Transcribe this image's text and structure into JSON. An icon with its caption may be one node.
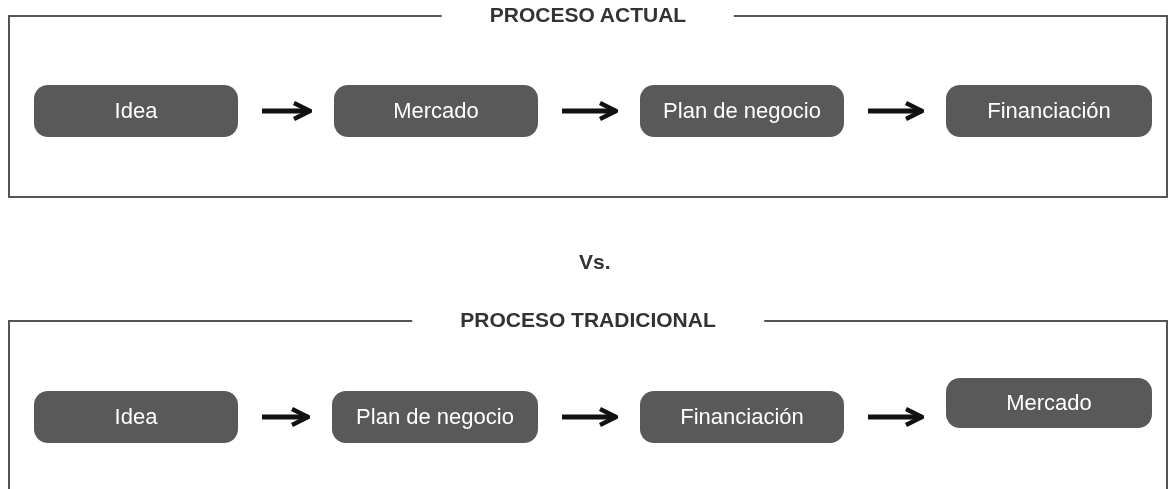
{
  "diagram": {
    "nodes": [
      {
        "text": [
          "PROCESO ACTUAL"
        ]
      },
      {
        "text": [
          "Idea"
        ],
        "in": 0
      },
      {
        "text": [
          "Mercado"
        ],
        "in": 0
      },
      {
        "text": [
          "Plan de negocio"
        ],
        "in": 0
      },
      {
        "text": [
          "Financiación"
        ],
        "in": 0
      },
      {
        "text": [
          "PROCESO TRADICIONAL"
        ]
      },
      {
        "text": [
          "Idea"
        ],
        "in": 5
      },
      {
        "text": [
          "Plan de negocio"
        ],
        "in": 5
      },
      {
        "text": [
          "Financiación"
        ],
        "in": 5
      },
      {
        "text": [
          "Mercado"
        ],
        "in": 5
      }
    ],
    "edges": [
      {
        "from": 1,
        "to": 2,
        "arrow": "to"
      },
      {
        "from": 2,
        "to": 3,
        "arrow": "to"
      },
      {
        "from": 3,
        "to": 4,
        "arrow": "to"
      },
      {
        "from": 6,
        "to": 7,
        "arrow": "to"
      },
      {
        "from": 7,
        "to": 8,
        "arrow": "to"
      },
      {
        "from": 8,
        "to": 9,
        "arrow": "to"
      }
    ],
    "labels": [
      "Vs."
    ]
  }
}
